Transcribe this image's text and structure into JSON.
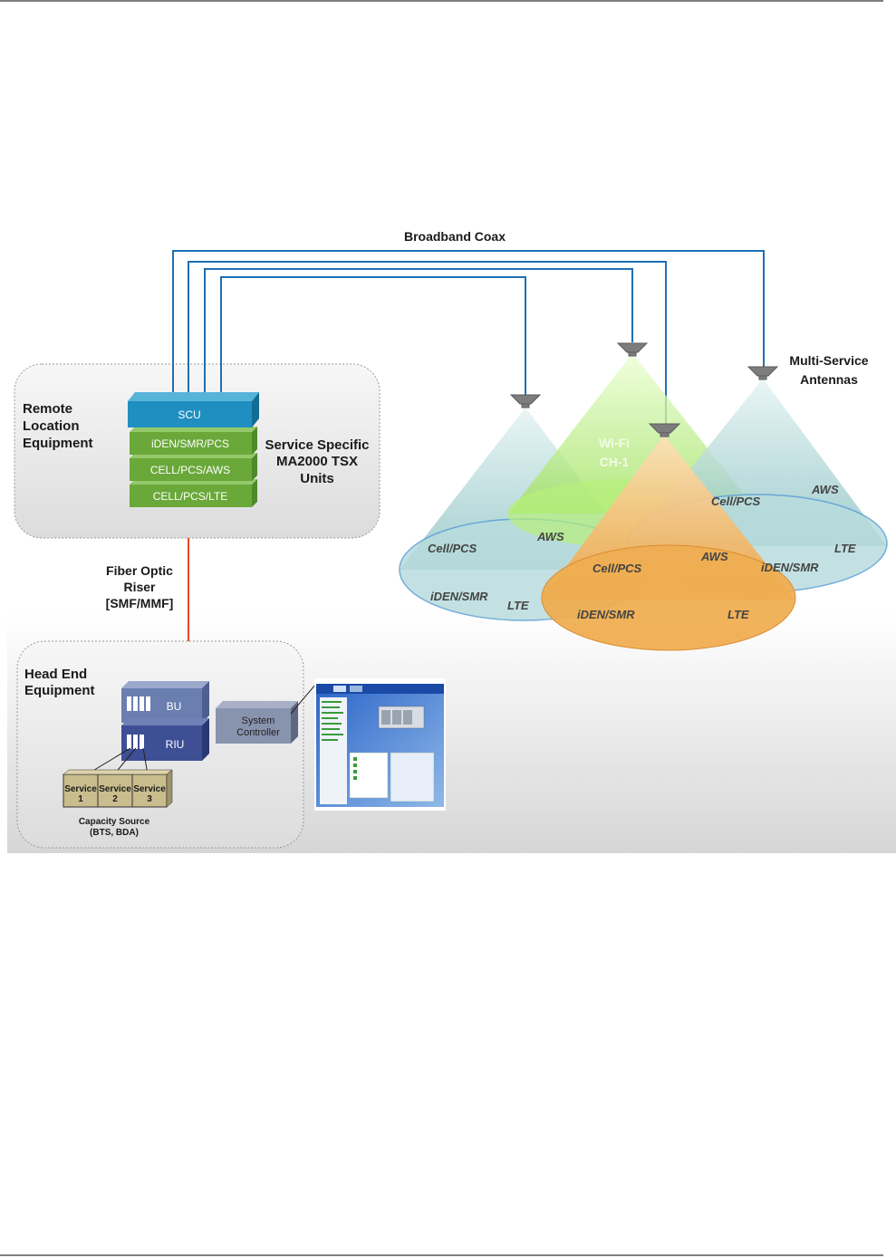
{
  "diagram": {
    "broadband_coax": "Broadband Coax",
    "multi_service_antennas": [
      "Multi-Service",
      "Antennas"
    ],
    "remote": {
      "title": [
        "Remote",
        "Location",
        "Equipment"
      ],
      "units": [
        "SCU",
        "iDEN/SMR/PCS",
        "CELL/PCS/AWS",
        "CELL/PCS/LTE"
      ],
      "service_specific": [
        "Service Specific",
        "MA2000 TSX",
        "Units"
      ]
    },
    "fiber": [
      "Fiber Optic",
      "Riser",
      "[SMF/MMF]"
    ],
    "head_end": {
      "title": [
        "Head End",
        "Equipment"
      ],
      "bu": "BU",
      "riu": "RIU",
      "system_controller": [
        "System",
        "Controller"
      ],
      "services": [
        {
          "name": "Service",
          "num": "1"
        },
        {
          "name": "Service",
          "num": "2"
        },
        {
          "name": "Service",
          "num": "3"
        }
      ],
      "capacity": [
        "Capacity Source",
        "(BTS, BDA)"
      ]
    },
    "cones": {
      "left": {
        "cell": "Cell/PCS",
        "aws": "AWS",
        "iden": "iDEN/SMR",
        "lte": "LTE"
      },
      "wifi": [
        "Wi-Fi",
        "CH-1"
      ],
      "right": {
        "cell": "Cell/PCS",
        "aws": "AWS",
        "iden": "iDEN/SMR",
        "lte": "LTE"
      },
      "orange": {
        "cell": "Cell/PCS",
        "aws": "AWS",
        "iden": "iDEN/SMR",
        "lte": "LTE"
      }
    },
    "colors": {
      "coax": "#1f6fb5",
      "fiber": "#e8452c",
      "scu": "#1e8fc0",
      "tsx": "#6aa83a",
      "cone_teal": "#9fcfcf",
      "cone_green": "#b6f07a",
      "cone_orange": "#f0ae52",
      "bu": "#6a7fb0",
      "riu": "#3e4f96"
    }
  }
}
